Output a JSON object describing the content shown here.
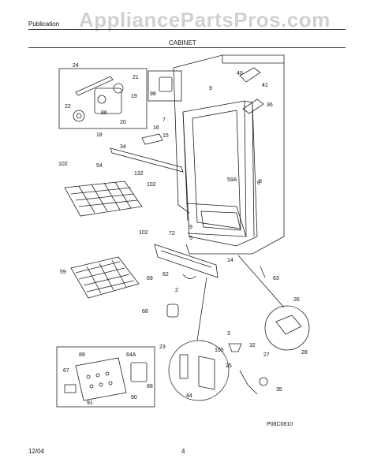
{
  "header": {
    "publication": "Publication",
    "section": "CABINET",
    "watermark": "AppliancePartsPros.com"
  },
  "diagram": {
    "part_labels": [
      "24",
      "21",
      "22",
      "19",
      "20",
      "86",
      "18",
      "98",
      "40",
      "41",
      "36",
      "9",
      "7",
      "16",
      "15",
      "34",
      "102",
      "54",
      "132",
      "102",
      "59A",
      "8",
      "102",
      "72",
      "9",
      "5",
      "14",
      "69",
      "62",
      "63",
      "59",
      "2",
      "68",
      "26",
      "3",
      "105",
      "32",
      "23",
      "25",
      "28",
      "27",
      "64A",
      "89",
      "67",
      "88",
      "90",
      "91",
      "35",
      "44",
      "6"
    ],
    "drawing_code": "P08C0810"
  },
  "footer": {
    "date": "12/04",
    "page": "4"
  }
}
